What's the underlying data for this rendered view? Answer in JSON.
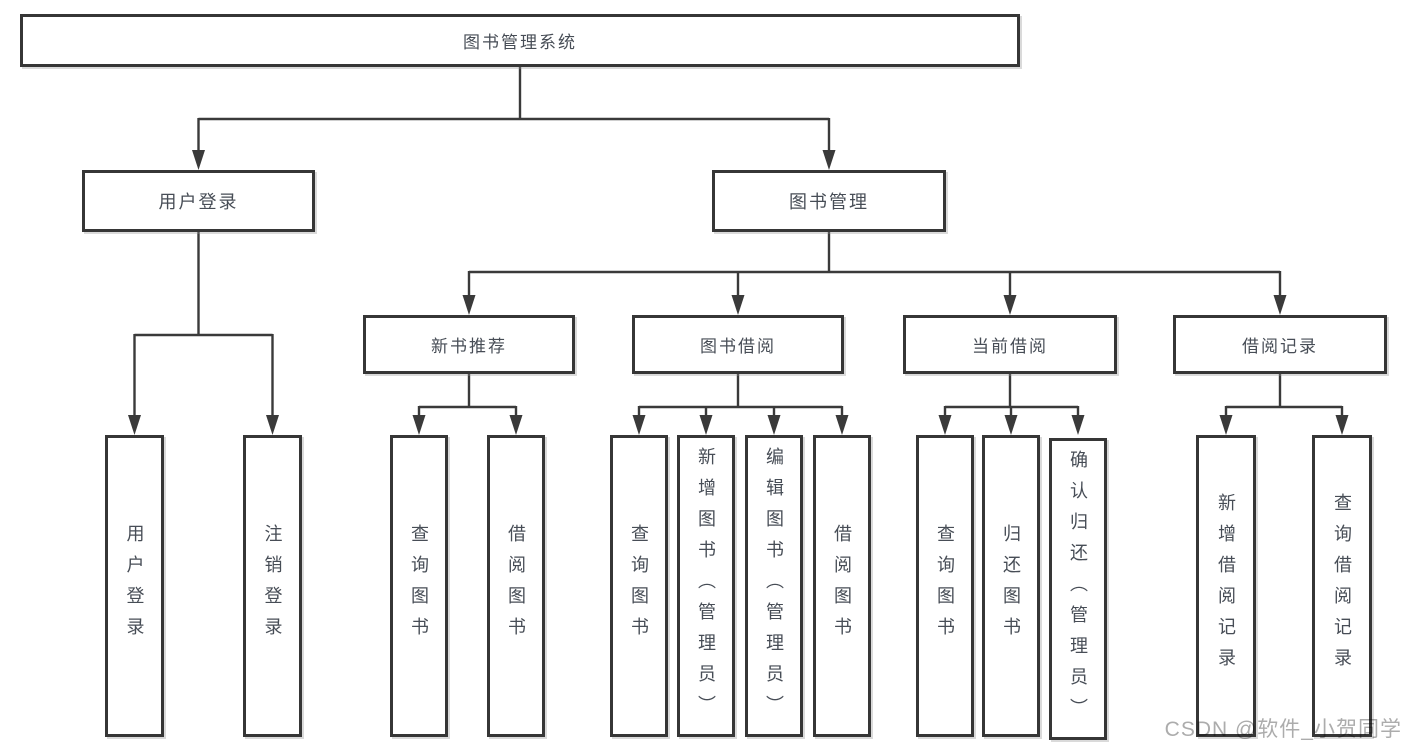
{
  "colors": {
    "background": "#ffffff",
    "box_border": "#363636",
    "connector_line": "#3a3a3a",
    "text": "#474d56",
    "watermark_text": "#9e9e9e"
  },
  "watermark": {
    "text": "CSDN @软件_小贺同学"
  },
  "nodes": {
    "root": "图书管理系统",
    "user_login": "用户登录",
    "book_mgmt": "图书管理",
    "new_book_rec": "新书推荐",
    "book_borrow": "图书借阅",
    "current_borrow": "当前借阅",
    "borrow_records": "借阅记录",
    "leaf_user_login": "用户登录",
    "leaf_logout": "注销登录",
    "leaf_query_book_rec": "查询图书",
    "leaf_borrow_book_rec": "借阅图书",
    "leaf_query_book_borrow": "查询图书",
    "leaf_add_book": "新增图书（管理员）",
    "leaf_edit_book": "编辑图书（管理员）",
    "leaf_borrow_book_borrow": "借阅图书",
    "leaf_query_book_current": "查询图书",
    "leaf_return_book": "归还图书",
    "leaf_confirm_return": "确认归还（管理员）",
    "leaf_add_borrow_record": "新增借阅记录",
    "leaf_query_borrow_record": "查询借阅记录"
  },
  "hierarchy": {
    "root": [
      "user_login",
      "book_mgmt"
    ],
    "user_login": [
      "leaf_user_login",
      "leaf_logout"
    ],
    "book_mgmt": [
      "new_book_rec",
      "book_borrow",
      "current_borrow",
      "borrow_records"
    ],
    "new_book_rec": [
      "leaf_query_book_rec",
      "leaf_borrow_book_rec"
    ],
    "book_borrow": [
      "leaf_query_book_borrow",
      "leaf_add_book",
      "leaf_edit_book",
      "leaf_borrow_book_borrow"
    ],
    "current_borrow": [
      "leaf_query_book_current",
      "leaf_return_book",
      "leaf_confirm_return"
    ],
    "borrow_records": [
      "leaf_add_borrow_record",
      "leaf_query_borrow_record"
    ]
  }
}
